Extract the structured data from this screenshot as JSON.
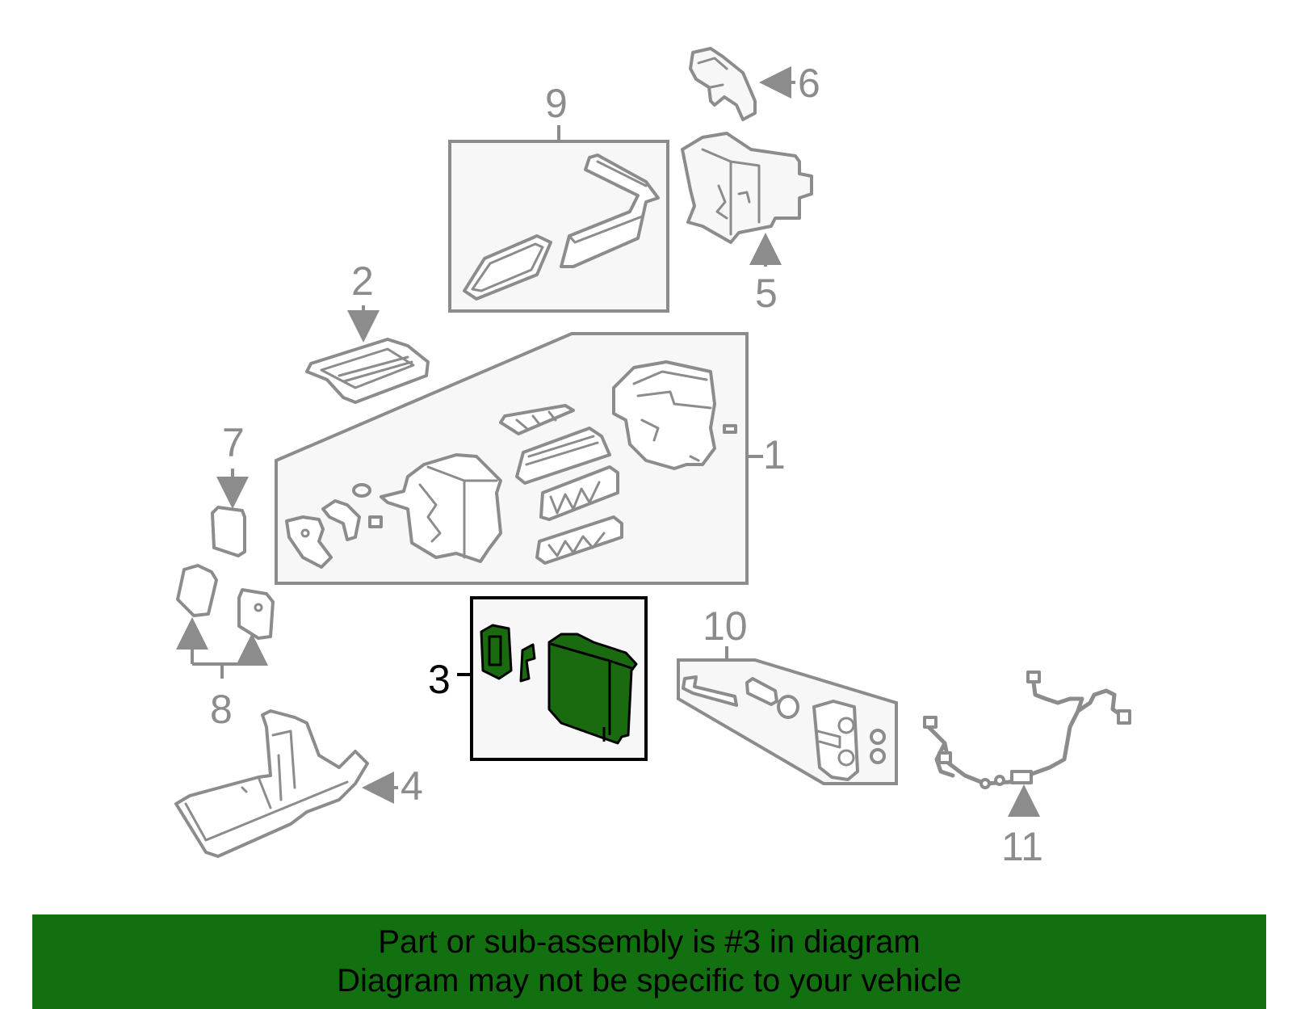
{
  "callouts": {
    "c1": "1",
    "c2": "2",
    "c3": "3",
    "c4": "4",
    "c5": "5",
    "c6": "6",
    "c7": "7",
    "c8": "8",
    "c9": "9",
    "c10": "10",
    "c11": "11"
  },
  "banner": {
    "line1": "Part or sub-assembly is #3 in diagram",
    "line2": "Diagram may not be specific to your vehicle"
  },
  "colors": {
    "highlight": "#1a6b10",
    "banner": "#137010",
    "part_stroke": "#8c8c8c"
  }
}
